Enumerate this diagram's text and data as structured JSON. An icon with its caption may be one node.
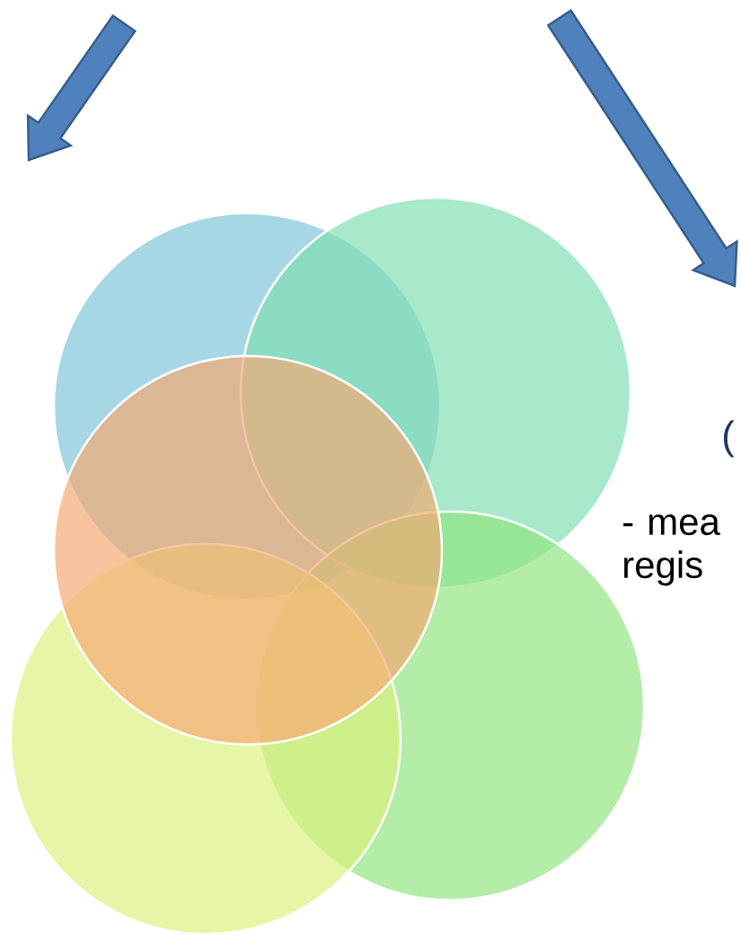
{
  "diagram": {
    "nodes": [
      {
        "text": [],
        "shape": "circle"
      },
      {
        "text": [],
        "shape": "circle"
      },
      {
        "text": [],
        "shape": "circle"
      },
      {
        "text": [],
        "shape": "circle"
      },
      {
        "text": [],
        "shape": "circle"
      }
    ],
    "labels": [
      "(",
      "- mea regis"
    ]
  }
}
